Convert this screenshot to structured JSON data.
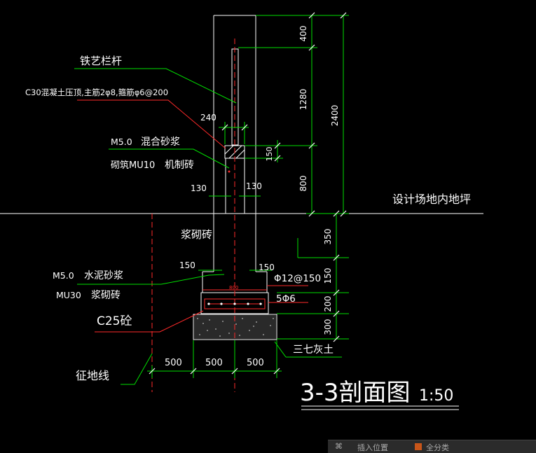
{
  "labels": {
    "railing": "铁艺栏杆",
    "coping": "C30混凝土压顶,主筋2φ8,箍筋φ6@200",
    "mortar1_grade": "M5.0",
    "mortar1_name": "混合砂浆",
    "brick1": "砌筑MU10",
    "brick1_name": "机制砖",
    "ground_level": "设计场地内地坪",
    "grout_brick": "浆砌砖",
    "mortar2_grade": "M5.0",
    "mortar2_name": "水泥砂浆",
    "brick2_grade": "MU30",
    "brick2_name": "浆砌砖",
    "concrete": "C25砼",
    "rebar_main": "Φ12@150",
    "rebar_dist": "5Φ6",
    "lime_soil": "三七灰土",
    "boundary": "征地线",
    "title_main": "3-3剖面图",
    "title_scale": "1:50"
  },
  "dims": {
    "d400": "400",
    "d1280": "1280",
    "d2400": "2400",
    "d240": "240",
    "d150_cap": "150",
    "d800_h": "800",
    "d130_l": "130",
    "d130_r": "130",
    "d350": "350",
    "d150_l": "150",
    "d150_r": "150",
    "d150_v": "150",
    "d200": "200",
    "d300": "300",
    "d800_w": "800",
    "d500_a": "500",
    "d500_b": "500",
    "d500_c": "500"
  },
  "status": {
    "item1": "插入位置",
    "item2": "全分类"
  },
  "colors": {
    "white": "#ffffff",
    "green": "#00e000",
    "red": "#ff2a2a"
  }
}
